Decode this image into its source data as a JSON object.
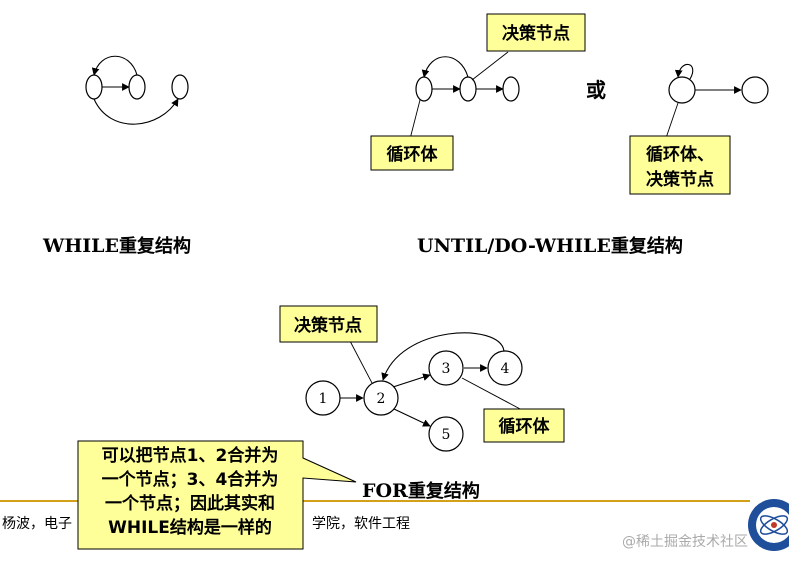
{
  "while": {
    "caption_en": "WHILE",
    "caption_cn": "重复结构"
  },
  "until": {
    "caption_en": "UNTIL/DO-WHILE",
    "caption_cn": "重复结构",
    "or_label": "或",
    "tag_decision": "决策节点",
    "tag_loop": "循环体",
    "tag_combined_line1": "循环体、",
    "tag_combined_line2": "决策节点"
  },
  "for": {
    "caption_en": "FOR",
    "caption_cn": "重复结构",
    "tag_decision": "决策节点",
    "tag_loop": "循环体",
    "nodes": [
      "1",
      "2",
      "3",
      "4",
      "5"
    ]
  },
  "callout": {
    "lines": [
      "可以把节点1、2合并为",
      "一个节点；3、4合并为",
      "一个节点；因此其实和",
      "WHILE结构是一样的"
    ]
  },
  "footer": {
    "text_left": "杨波，电子",
    "text_right": "学院，软件工程"
  },
  "watermark": "@稀土掘金技术社区",
  "colors": {
    "tag_fill": "#ffff99",
    "footer_line": "#d4a017",
    "seal": "#1f4e9a"
  },
  "icons": {
    "seal": "university-seal-icon"
  }
}
